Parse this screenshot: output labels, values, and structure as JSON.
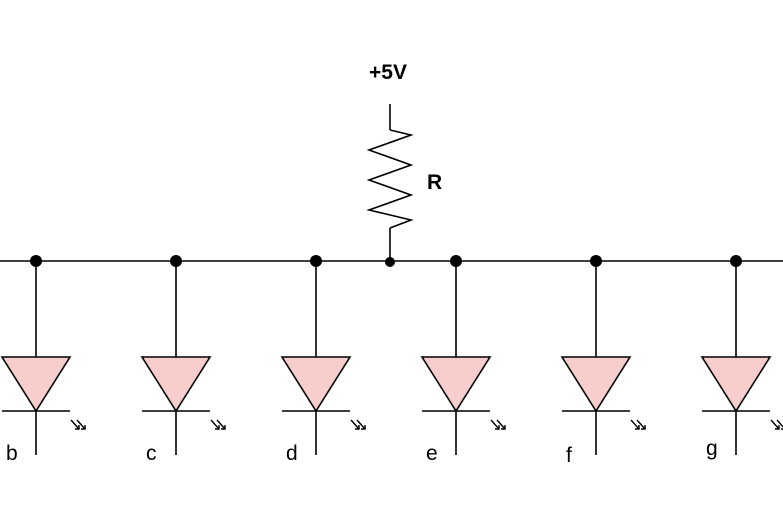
{
  "supply": {
    "label": "+5V"
  },
  "resistor": {
    "label": "R"
  },
  "leds": [
    {
      "label": "b"
    },
    {
      "label": "c"
    },
    {
      "label": "d"
    },
    {
      "label": "e"
    },
    {
      "label": "f"
    },
    {
      "label": "g"
    }
  ],
  "colors": {
    "wire": "#000000",
    "led_fill": "#f8cecc",
    "background": "#ffffff"
  }
}
